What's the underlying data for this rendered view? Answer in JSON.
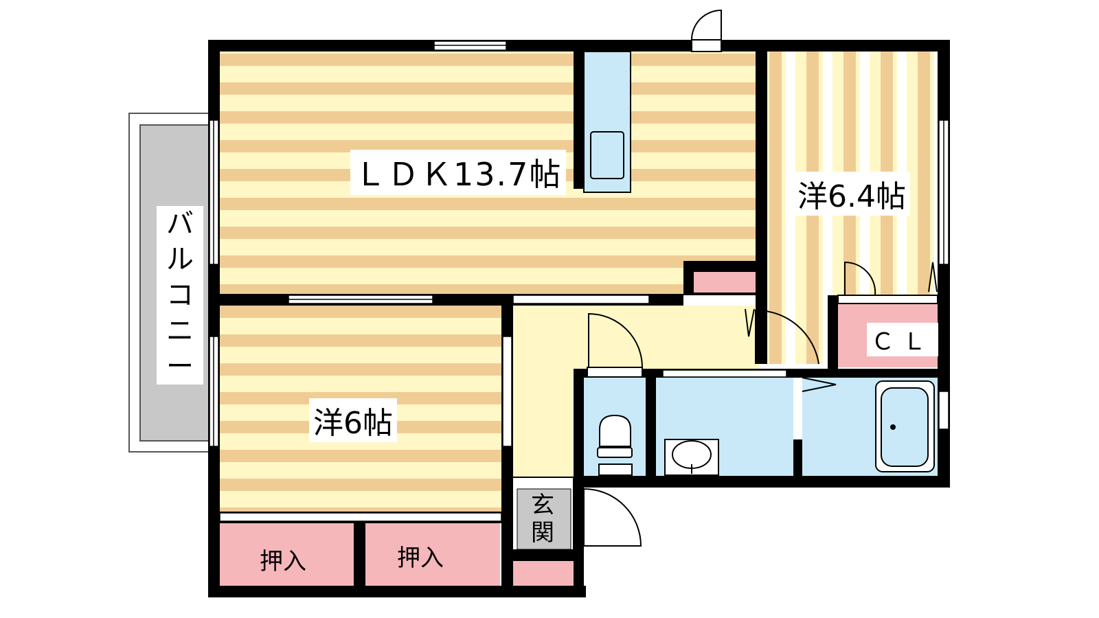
{
  "rooms": {
    "ldk": "ＬＤＫ13.7帖",
    "western_64": "洋6.4帖",
    "western_6": "洋6帖",
    "closet": "ＣＬ",
    "balcony": "バルコニー",
    "entrance": "玄関",
    "storage_1": "押入",
    "storage_2": "押入"
  },
  "colors": {
    "floor_stripe": "#f0cc95",
    "floor_light": "#fff8c6",
    "wet_area": "#c9e9f8",
    "storage": "#f5b7ba",
    "balcony": "#c8c8c8",
    "wall": "#000000"
  }
}
